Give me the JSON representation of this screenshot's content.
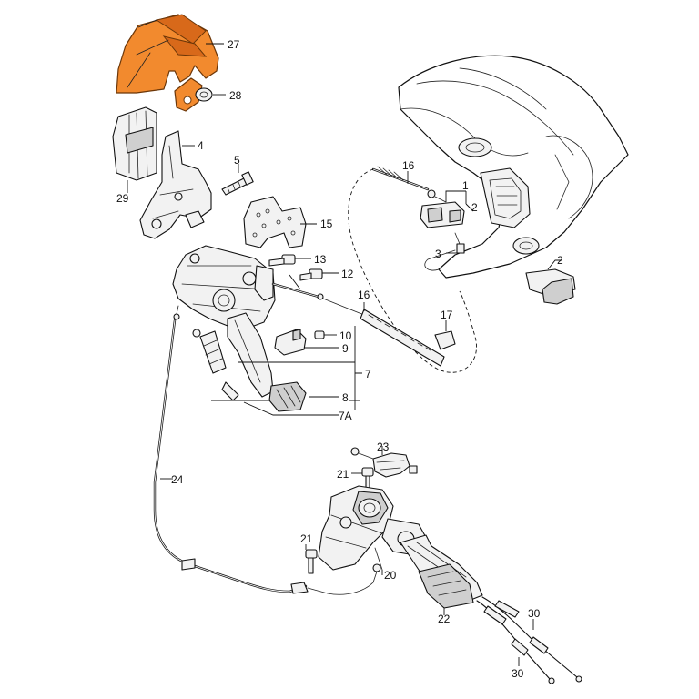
{
  "callouts": {
    "c27": "27",
    "c28": "28",
    "c29": "29",
    "c4": "4",
    "c5": "5",
    "c15": "15",
    "c13": "13",
    "c12": "12",
    "c16a": "16",
    "c16b": "16",
    "c1": "1",
    "c2a": "2",
    "c2b": "2",
    "c3": "3",
    "c10": "10",
    "c9": "9",
    "c17": "17",
    "c7": "7",
    "c8": "8",
    "c7a": "7A",
    "c24": "24",
    "c23": "23",
    "c21a": "21",
    "c21b": "21",
    "c20": "20",
    "c22": "22",
    "c30a": "30",
    "c30b": "30"
  },
  "colors": {
    "highlight": "#f28a2e",
    "line": "#111111",
    "background": "#ffffff"
  }
}
